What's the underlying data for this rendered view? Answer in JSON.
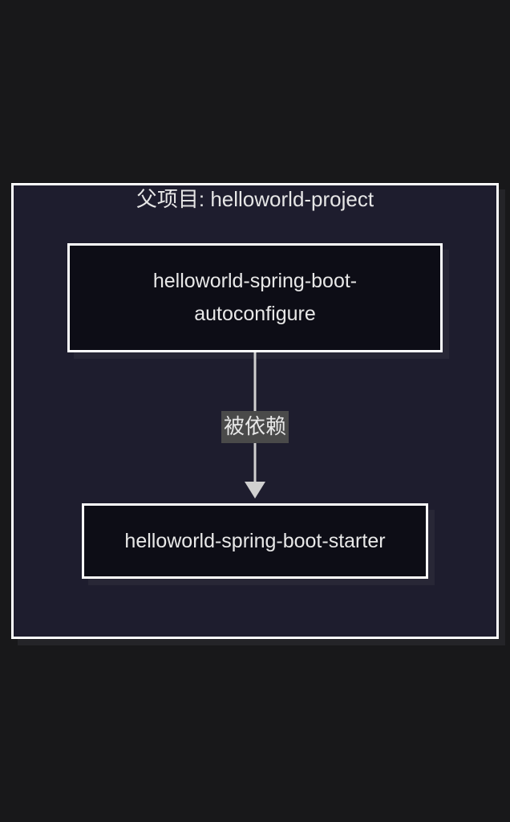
{
  "diagram": {
    "cluster": {
      "title": "父项目: helloworld-project"
    },
    "nodes": {
      "autoconfigure": "helloworld-spring-boot-autoconfigure",
      "starter": "helloworld-spring-boot-starter"
    },
    "edge": {
      "label": "被依赖"
    },
    "colors": {
      "background": "#18181a",
      "cluster_fill": "#1e1d2e",
      "node_fill": "#0d0d16",
      "border": "#ffffff",
      "edge": "#d0d0d0",
      "label_bg": "#4a4a4a"
    }
  }
}
